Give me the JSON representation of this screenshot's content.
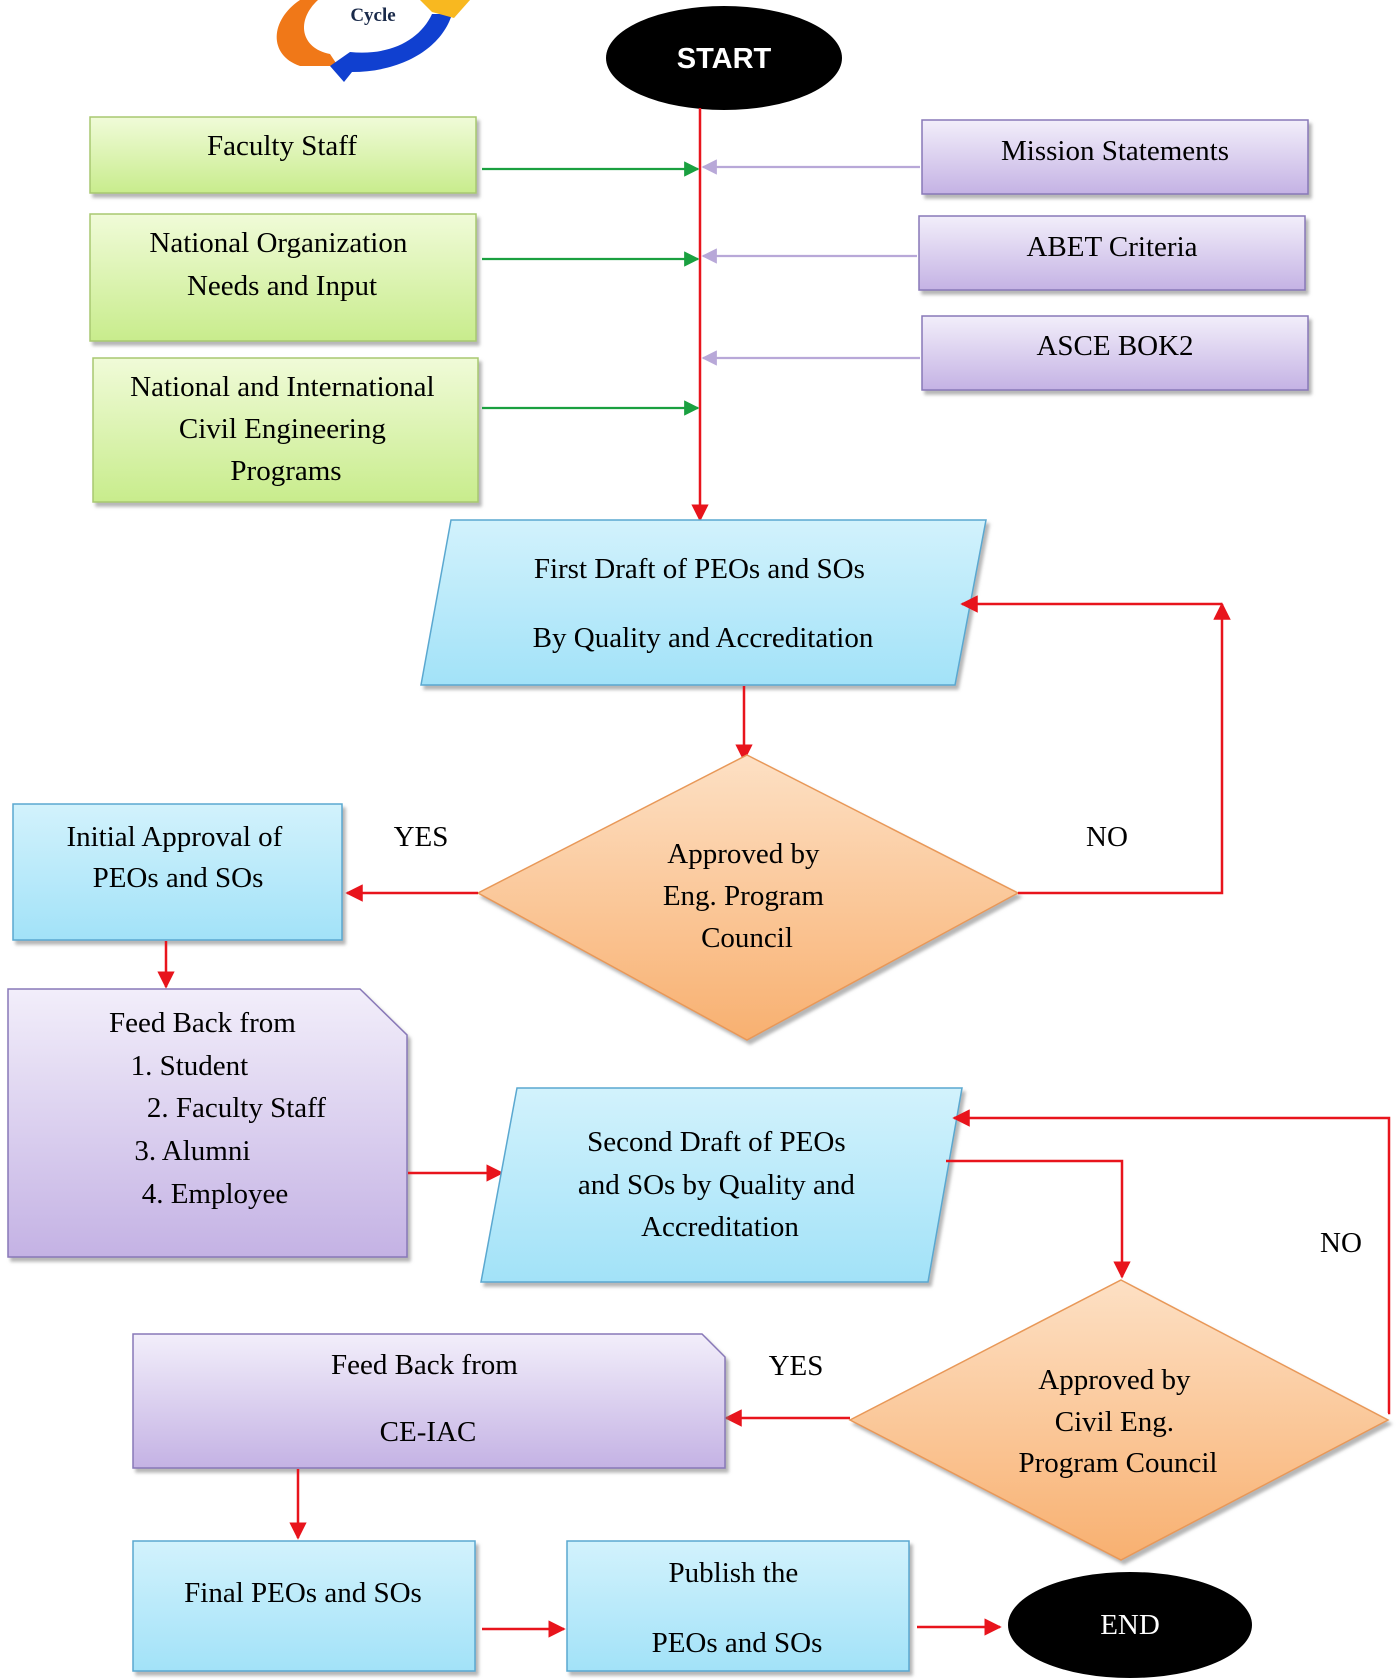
{
  "logo": {
    "label": "Cycle"
  },
  "terminals": {
    "start": "START",
    "end": "END"
  },
  "inputs_left": {
    "faculty_staff": [
      "Faculty Staff"
    ],
    "national_org": [
      "National Organization",
      "Needs and Input"
    ],
    "national_intl": [
      "National and International",
      "Civil Engineering",
      "Programs"
    ]
  },
  "inputs_right": {
    "mission": [
      "Mission Statements"
    ],
    "abet": [
      "ABET Criteria"
    ],
    "asce": [
      "ASCE BOK2"
    ]
  },
  "process": {
    "first_draft": [
      "First Draft of PEOs and SOs",
      "By Quality and Accreditation"
    ],
    "initial_approval": [
      "Initial Approval of",
      "PEOs and SOs"
    ],
    "feedback_1": [
      "Feed Back from",
      "1. Student",
      "2. Faculty Staff",
      "3. Alumni",
      "4. Employee"
    ],
    "second_draft": [
      "Second Draft of PEOs",
      "and SOs by Quality and",
      "Accreditation"
    ],
    "feedback_2": [
      "Feed Back from",
      "CE-IAC"
    ],
    "final": [
      "Final PEOs and SOs"
    ],
    "publish": [
      "Publish the",
      "PEOs and SOs"
    ]
  },
  "decisions": {
    "eng_council": [
      "Approved by",
      "Eng. Program",
      "Council"
    ],
    "civil_council": [
      "Approved by",
      "Civil Eng.",
      "Program Council"
    ]
  },
  "labels": {
    "yes1": "YES",
    "no1": "NO",
    "yes2": "YES",
    "no2": "NO"
  },
  "colors": {
    "green_fill": "#d8f0a8",
    "purple_fill": "#d4c8ec",
    "blue_fill": "#b4e6f8",
    "orange_fill": "#f8be86",
    "arrow_red": "#e8141c",
    "arrow_green": "#1aa040",
    "arrow_lavender": "#b8a8d8"
  }
}
